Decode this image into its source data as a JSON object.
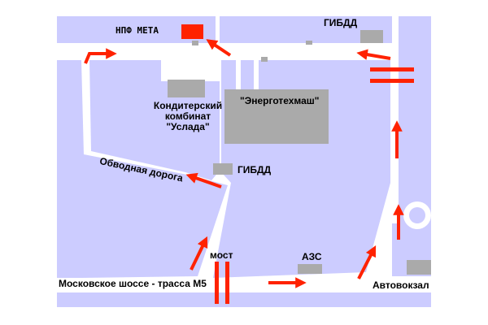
{
  "map": {
    "colors": {
      "block": "#ccccff",
      "road": "#ffffff",
      "building": "#aaaaaa",
      "marker": "#ff2200",
      "text": "#000000"
    },
    "labels": {
      "npf_meta": "НПФ МЕТА",
      "gibdd_top": "ГИБДД",
      "konditer_line1": "Кондитерский",
      "konditer_line2": "комбинат",
      "konditer_line3": "\"Услада\"",
      "energotehmash": "\"Энерготехмаш\"",
      "obvodnaya": "Обводная дорога",
      "gibdd_mid": "ГИБДД",
      "most": "мост",
      "azs": "АЗС",
      "moskovskoe": "Московское шоссе - трасса М5",
      "avtovokzal": "Автовокзал"
    },
    "icons": {
      "route_arrow": "arrow-icon",
      "destination": "square-marker-icon"
    }
  }
}
